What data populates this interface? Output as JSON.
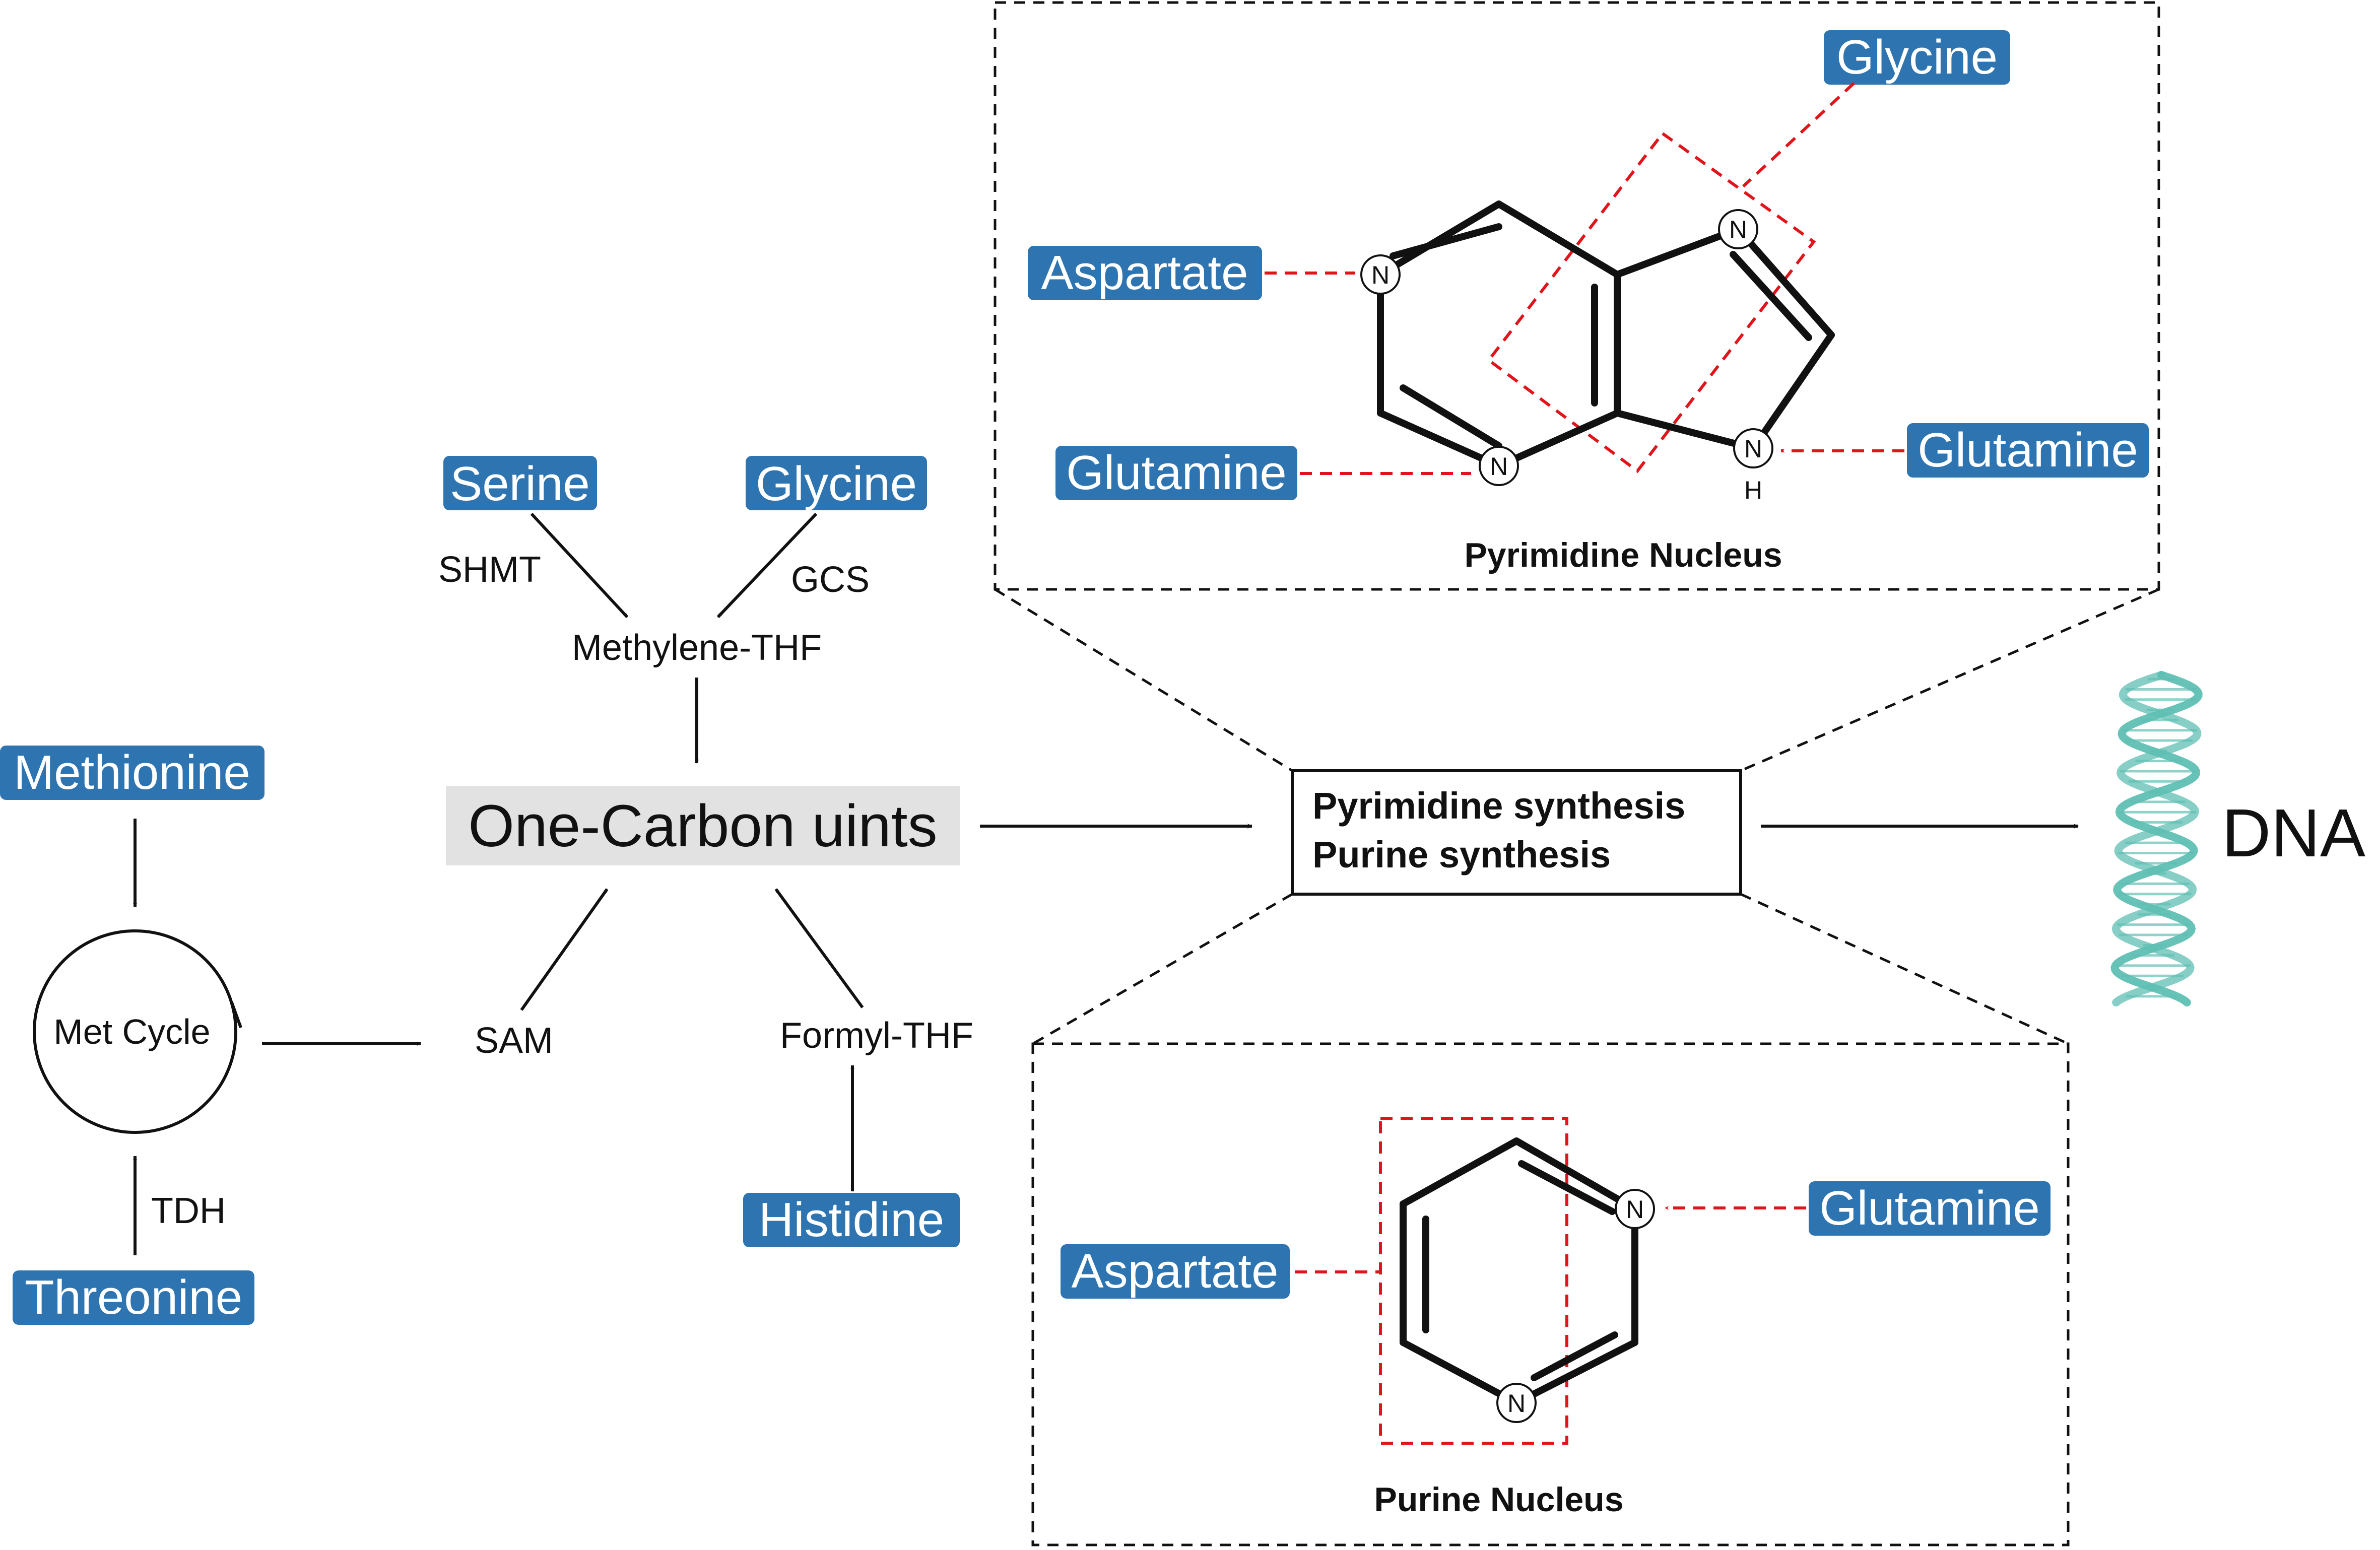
{
  "colors": {
    "pill": "#2e74b0",
    "arrow": "#111111",
    "red_arrow": "#e0141a",
    "highlight": "#e2e2e2",
    "dna": "#5fbfb3"
  },
  "substrates": {
    "serine": "Serine",
    "glycine": "Glycine",
    "methionine": "Methionine",
    "threonine": "Threonine",
    "histidine": "Histidine"
  },
  "enzymes": {
    "shmt": "SHMT",
    "gcs": "GCS",
    "tdh": "TDH"
  },
  "intermediates": {
    "methylene_thf": "Methylene-THF",
    "sam": "SAM",
    "formyl_thf": "Formyl-THF",
    "met_cycle": "Met Cycle"
  },
  "central": {
    "one_carbon": "One-Carbon uints"
  },
  "synthesis_box": {
    "line1": "Pyrimidine synthesis",
    "line2": "Purine synthesis"
  },
  "dna_label": "DNA",
  "top_panel": {
    "title": "Pyrimidine Nucleus",
    "glycine": "Glycine",
    "aspartate": "Aspartate",
    "glutamine_left": "Glutamine",
    "glutamine_right": "Glutamine",
    "atom_n": "N",
    "atom_h": "H"
  },
  "bottom_panel": {
    "title": "Purine Nucleus",
    "aspartate": "Aspartate",
    "glutamine": "Glutamine",
    "atom_n": "N"
  }
}
